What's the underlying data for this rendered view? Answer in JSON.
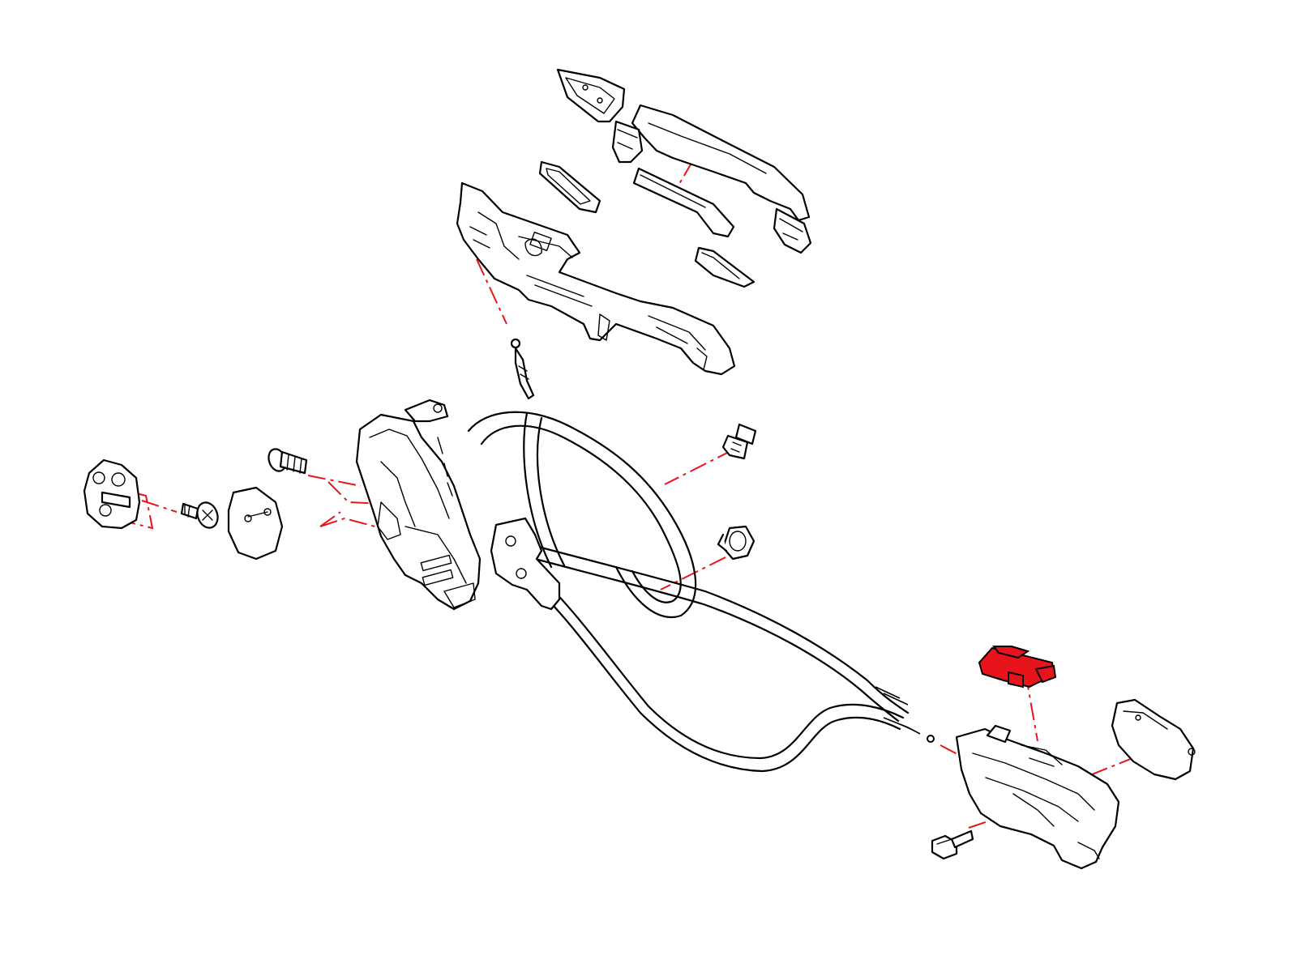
{
  "diagram": {
    "background": "#ffffff",
    "line_color": "#000000",
    "leader_color": "#e8141b",
    "highlight_color": "#e8141b",
    "highlighted_part": "inside-handle-switch",
    "parts": [
      "outside-handle-cover",
      "outside-handle",
      "handle-gasket-front",
      "handle-gasket-rear",
      "outside-handle-frame",
      "lock-cylinder-rod",
      "door-latch-actuator",
      "latch-screw",
      "striker",
      "striker-screw",
      "latch-cover-plate",
      "wire-connector",
      "cable-clip",
      "release-cables",
      "inside-handle-switch",
      "inside-handle-housing",
      "inside-handle-bezel",
      "inside-handle-bolt"
    ]
  }
}
